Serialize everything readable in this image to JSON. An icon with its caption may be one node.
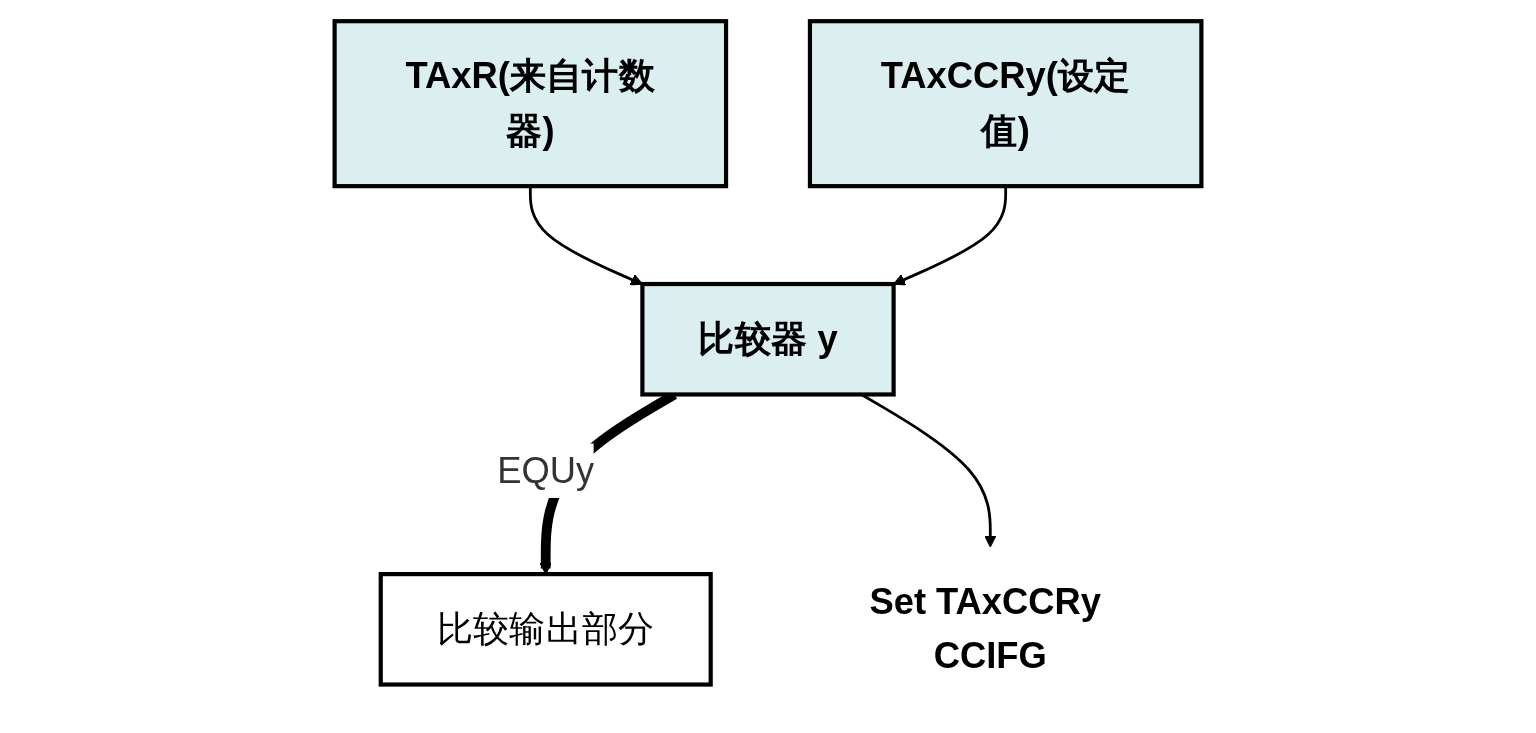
{
  "diagram": {
    "nodes": [
      {
        "text": [
          "TAxR(来自计数器)"
        ]
      },
      {
        "text": [
          "TAxCCRy(设定值)"
        ]
      },
      {
        "text": [
          "比较器 y"
        ]
      },
      {
        "text": [
          "Set TAxCCRy CCIFG"
        ]
      },
      {
        "text": [
          "比较输出部分"
        ]
      }
    ],
    "edges": [
      {
        "from": 0,
        "to": 2,
        "arrow": "to"
      },
      {
        "from": 1,
        "to": 2,
        "arrow": "to"
      },
      {
        "from": 2,
        "to": 4,
        "arrow": "to",
        "label": "EQUy",
        "style": "thick"
      },
      {
        "from": 2,
        "to": 3,
        "arrow": "to"
      }
    ]
  }
}
